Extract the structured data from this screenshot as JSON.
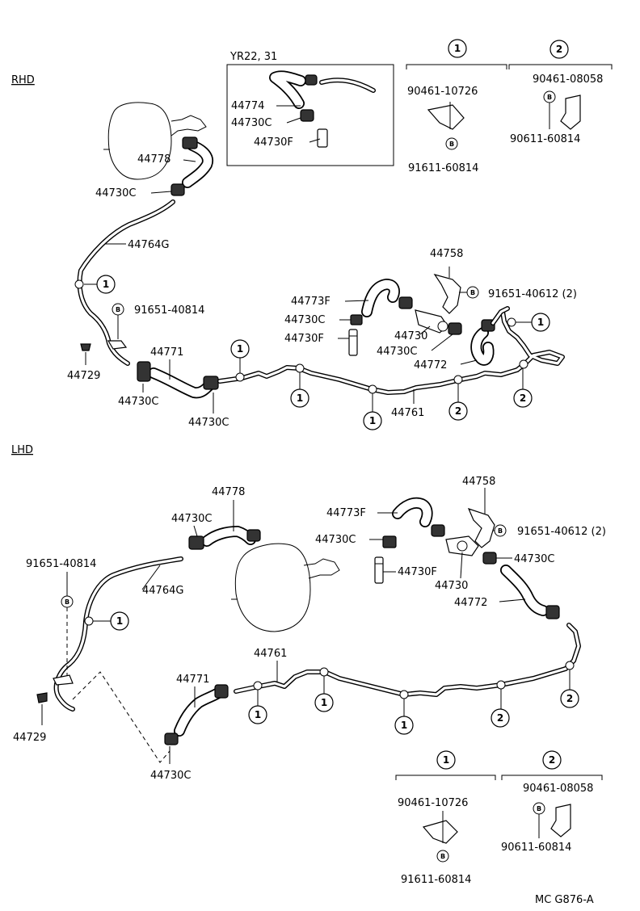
{
  "sections": {
    "rhd": "RHD",
    "lhd": "LHD"
  },
  "inset": {
    "title": "YR22, 31"
  },
  "legend": {
    "top_key1": "1",
    "top_key2": "2",
    "bottom_key1": "1",
    "bottom_key2": "2"
  },
  "labels": {
    "r_44774": "44774",
    "r_44730c_inset": "44730C",
    "r_44730f_inset": "44730F",
    "r_90461_10726": "90461-10726",
    "r_91611_60814": "91611-60814",
    "r_90461_08058": "90461-08058",
    "r_90611_60814": "90611-60814",
    "r_44778": "44778",
    "r_44730c_a": "44730C",
    "r_44764g": "44764G",
    "r_91651_40814": "91651-40814",
    "r_44729": "44729",
    "r_44771": "44771",
    "r_44730c_b": "44730C",
    "r_44730c_c": "44730C",
    "r_44758": "44758",
    "r_91651_40612": "91651-40612 (2)",
    "r_44773f": "44773F",
    "r_44730c_d": "44730C",
    "r_44730f": "44730F",
    "r_44730": "44730",
    "r_44730c_e": "44730C",
    "r_44772": "44772",
    "r_44761": "44761",
    "l_44778": "44778",
    "l_44730c_a": "44730C",
    "l_91651_40814": "91651-40814",
    "l_44764g": "44764G",
    "l_44729": "44729",
    "l_44771": "44771",
    "l_44761": "44761",
    "l_44730c_b": "44730C",
    "l_44758": "44758",
    "l_44773f": "44773F",
    "l_91651_40612": "91651-40612 (2)",
    "l_44730c_c": "44730C",
    "l_44730c_d": "44730C",
    "l_44730f": "44730F",
    "l_44730": "44730",
    "l_44772": "44772",
    "l_90461_10726": "90461-10726",
    "l_91611_60814": "91611-60814",
    "l_90461_08058": "90461-08058",
    "l_90611_60814": "90611-60814",
    "footer": "MC G876-A"
  },
  "markers": {
    "one": "1",
    "two": "2",
    "b": "B"
  }
}
